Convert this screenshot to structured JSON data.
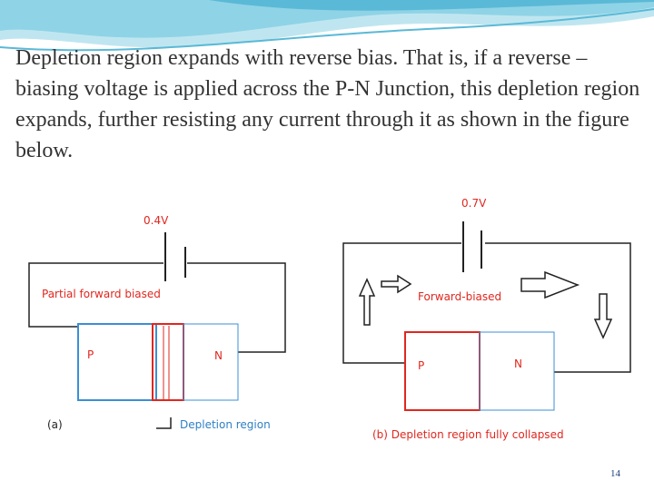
{
  "caption": "Depletion region expands with reverse bias. That is, if a reverse –biasing voltage is applied across the P-N Junction, this depletion region expands, further resisting any current through it as shown in the figure below.",
  "figure_a": {
    "voltage": "0.4V",
    "state": "Partial forward biased",
    "p_label": "P",
    "n_label": "N",
    "panel_label": "(a)",
    "depletion_label": "Depletion region"
  },
  "figure_b": {
    "voltage": "0.7V",
    "state": "Forward-biased",
    "p_label": "P",
    "n_label": "N",
    "caption": "(b) Depletion region fully collapsed"
  },
  "colors": {
    "accent_red": "#e0271f",
    "p_blue": "#3b8fd4",
    "label_blue": "#2f7fc4",
    "wire": "#222222",
    "swoosh": "#5ab9d6"
  },
  "slide_number": "14"
}
